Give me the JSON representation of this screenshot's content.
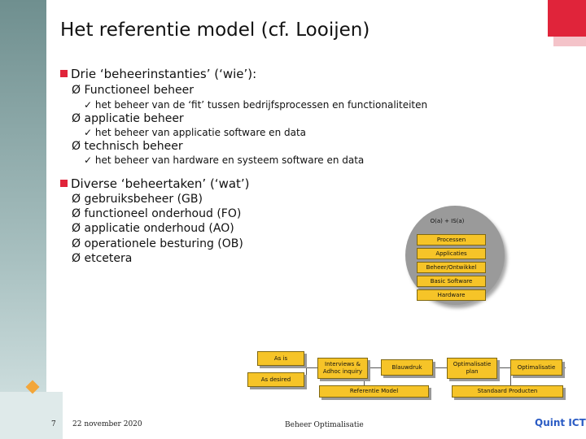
{
  "slide": {
    "title": "Het referentie model (cf. Looijen)",
    "sections": [
      {
        "heading": "Drie ‘beheerinstanties’ (‘wie’):",
        "items": [
          {
            "label": "Functioneel beheer",
            "sub": "het beheer van de ‘fit’ tussen bedrijfsprocessen en functionaliteiten"
          },
          {
            "label": "applicatie beheer",
            "sub": "het beheer van applicatie software en data"
          },
          {
            "label": "technisch beheer",
            "sub": "het beheer van hardware en systeem software en data"
          }
        ]
      },
      {
        "heading": "Diverse ‘beheertaken’ (‘wat’)",
        "items": [
          {
            "label": "gebruiksbeheer (GB)"
          },
          {
            "label": "functioneel onderhoud (FO)"
          },
          {
            "label": "applicatie onderhoud (AO)"
          },
          {
            "label": "operationele besturing (OB)"
          },
          {
            "label": "etcetera"
          }
        ]
      }
    ]
  },
  "diagram": {
    "layers": [
      "O(a) + IS(a)",
      "Processen",
      "Applicaties",
      "Beheer/Ontwikkel",
      "Basic Software",
      "Hardware"
    ],
    "flow": {
      "as_is": "As is",
      "as_desired": "As desired",
      "interviews": "Interviews & Adhoc inquiry",
      "blauwdruk": "Blauwdruk",
      "optimalisatie_plan": "Optimalisatie plan",
      "optimalisatie": "Optimalisatie",
      "referentie_model": "Referentie Model",
      "standaard_producten": "Standaard Producten"
    }
  },
  "footer": {
    "page": "7",
    "date": "22 november 2020",
    "subject": "Beheer Optimalisatie",
    "logo": "Quint ICT"
  },
  "symbols": {
    "arrow": "Ø",
    "check": "✓"
  },
  "colors": {
    "accent": "#e0243a",
    "box_fill": "#f6c428",
    "logo": "#2a5bc4"
  }
}
